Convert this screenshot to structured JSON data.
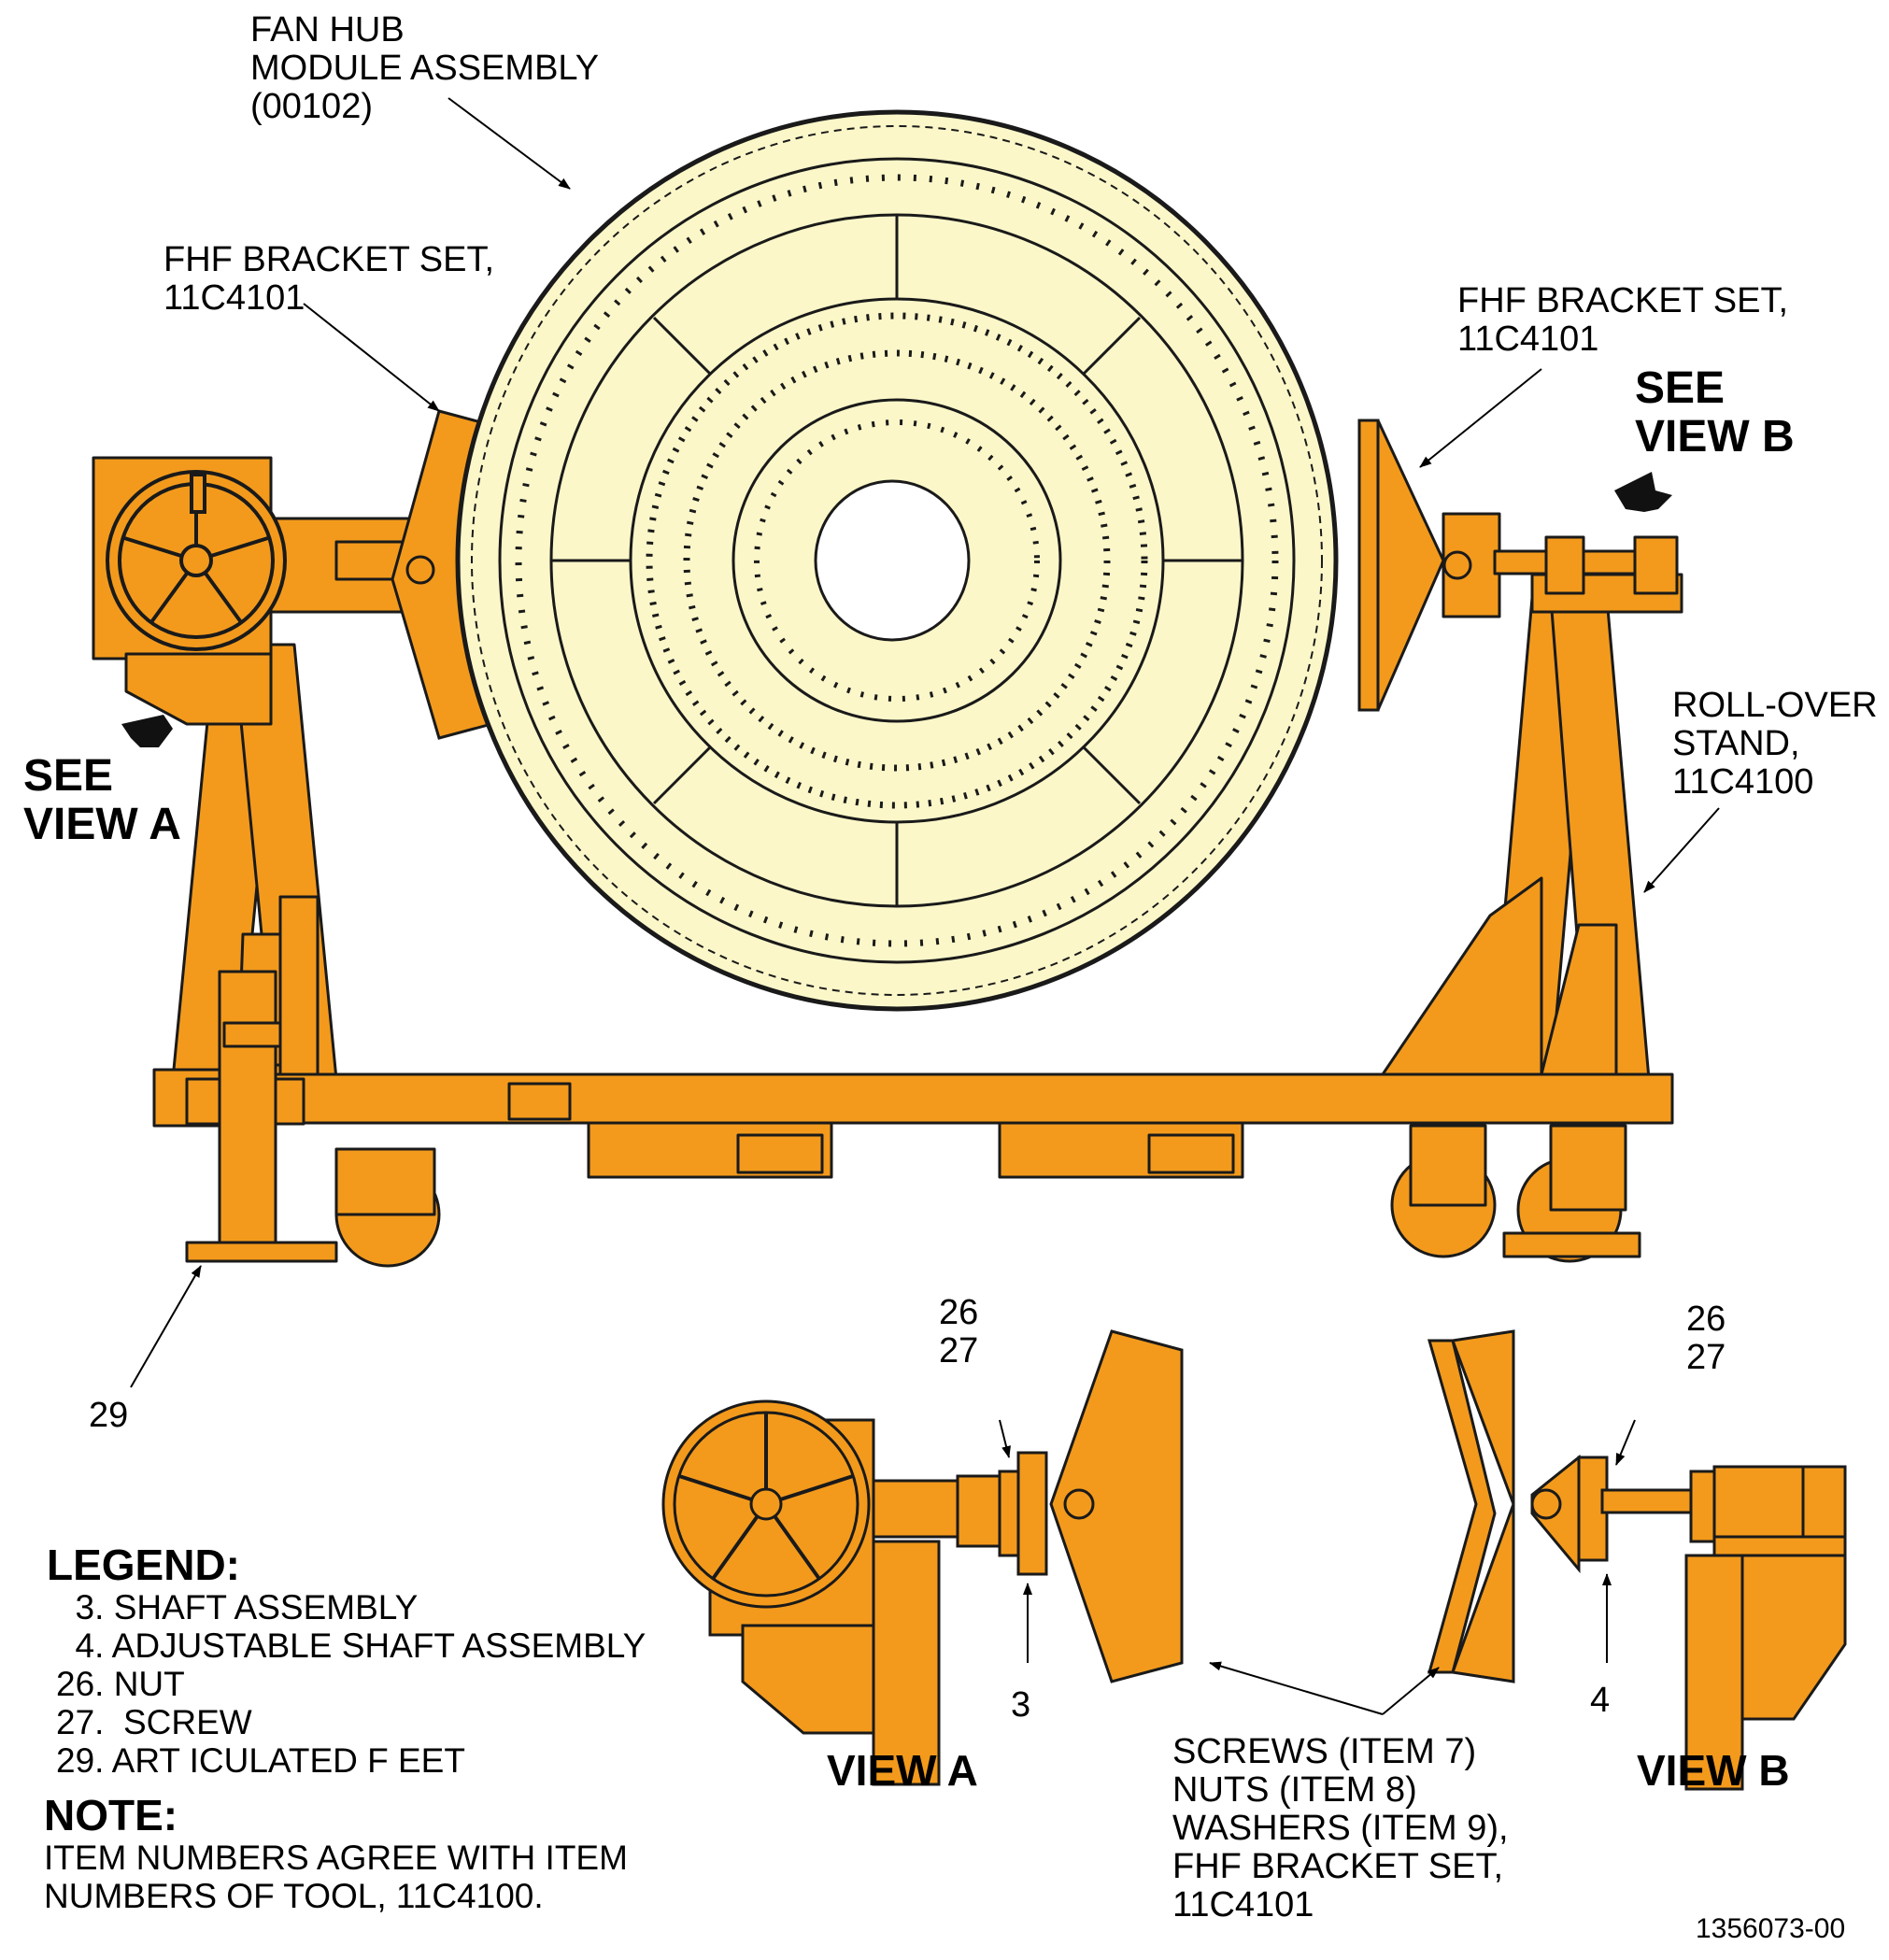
{
  "diagram": {
    "callouts": {
      "fan_hub": "FAN HUB\nMODULE ASSEMBLY\n(00102)",
      "bracket_left": "FHF BRACKET SET,\n11C4101",
      "bracket_right": "FHF BRACKET SET,\n11C4101",
      "see_view_b": "SEE\nVIEW B",
      "see_view_a": "SEE\nVIEW A",
      "roll_over_stand": "ROLL-OVER\nSTAND,\n11C4100",
      "item_29": "29",
      "items_26_27_left": "26\n27",
      "items_26_27_right": "26\n27",
      "item_3": "3",
      "item_4": "4",
      "hardware": "SCREWS (ITEM 7)\nNUTS (ITEM 8)\nWASHERS (ITEM 9),\nFHF BRACKET SET,\n11C4101"
    },
    "view_a_label": "VIEW A",
    "view_b_label": "VIEW B",
    "legend": {
      "title": "LEGEND:",
      "items": [
        "  3. SHAFT ASSEMBLY",
        "  4. ADJUSTABLE SHAFT ASSEMBLY",
        "26. NUT",
        "27.  SCREW",
        "29. ART ICULATED F EET"
      ]
    },
    "note": {
      "title": "NOTE:",
      "text": "ITEM NUMBERS AGREE WITH ITEM\nNUMBERS OF TOOL, 11C4100."
    },
    "drawing_number": "1356073-00",
    "colors": {
      "stand": "#F39A1C",
      "hub": "#FBF7C9",
      "outline": "#1a1a1a"
    }
  }
}
